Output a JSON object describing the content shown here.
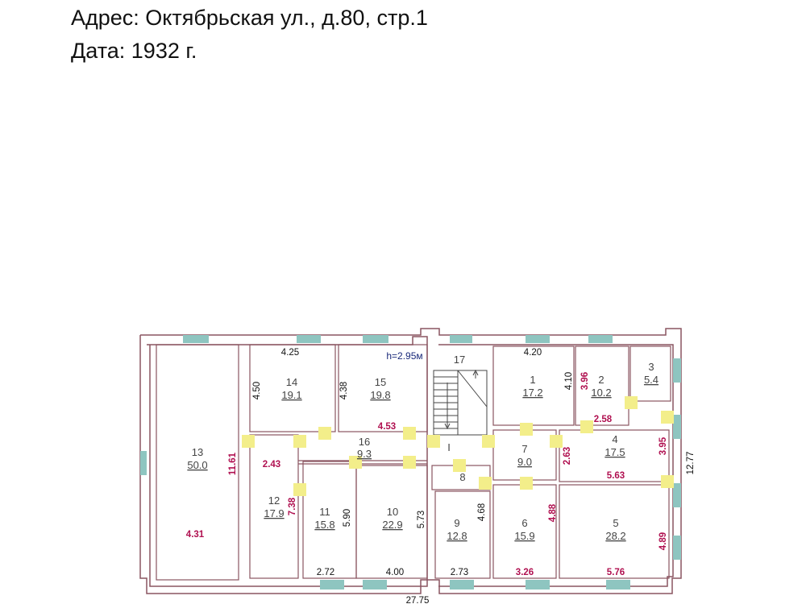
{
  "header": {
    "address": "Адрес: Октябрьская ул., д.80, стр.1",
    "date": "Дата: 1932 г."
  },
  "plan": {
    "ceiling_height": "h=2.95м",
    "overall_width": "27.75",
    "overall_height": "12.77",
    "stair_mark": "I",
    "rooms": [
      {
        "id": "13",
        "number": "13",
        "area": "50.0"
      },
      {
        "id": "14",
        "number": "14",
        "area": "19.1"
      },
      {
        "id": "15",
        "number": "15",
        "area": "19.8"
      },
      {
        "id": "16",
        "number": "16",
        "area": "9.3"
      },
      {
        "id": "12",
        "number": "12",
        "area": "17.9"
      },
      {
        "id": "11",
        "number": "11",
        "area": "15.8"
      },
      {
        "id": "10",
        "number": "10",
        "area": "22.9"
      },
      {
        "id": "17",
        "number": "17",
        "area": ""
      },
      {
        "id": "8",
        "number": "8",
        "area": ""
      },
      {
        "id": "9",
        "number": "9",
        "area": "12.8"
      },
      {
        "id": "1",
        "number": "1",
        "area": "17.2"
      },
      {
        "id": "2",
        "number": "2",
        "area": "10.2"
      },
      {
        "id": "3",
        "number": "3",
        "area": "5.4"
      },
      {
        "id": "7",
        "number": "7",
        "area": "9.0"
      },
      {
        "id": "4",
        "number": "4",
        "area": "17.5"
      },
      {
        "id": "6",
        "number": "6",
        "area": "15.9"
      },
      {
        "id": "5",
        "number": "5",
        "area": "28.2"
      }
    ],
    "dimensions": [
      {
        "id": "d1",
        "value": "4.25",
        "color": "black"
      },
      {
        "id": "d2",
        "value": "4.50",
        "color": "black"
      },
      {
        "id": "d3",
        "value": "4.38",
        "color": "black"
      },
      {
        "id": "d4",
        "value": "4.53",
        "color": "magenta"
      },
      {
        "id": "d5",
        "value": "11.61",
        "color": "magenta"
      },
      {
        "id": "d6",
        "value": "2.43",
        "color": "magenta"
      },
      {
        "id": "d7",
        "value": "4.31",
        "color": "magenta"
      },
      {
        "id": "d8",
        "value": "7.38",
        "color": "magenta"
      },
      {
        "id": "d9",
        "value": "5.90",
        "color": "black"
      },
      {
        "id": "d10",
        "value": "5.73",
        "color": "black"
      },
      {
        "id": "d11",
        "value": "2.72",
        "color": "black"
      },
      {
        "id": "d12",
        "value": "4.00",
        "color": "black"
      },
      {
        "id": "d13",
        "value": "2.73",
        "color": "black"
      },
      {
        "id": "d14",
        "value": "4.68",
        "color": "black"
      },
      {
        "id": "d15",
        "value": "4.20",
        "color": "black"
      },
      {
        "id": "d16",
        "value": "4.10",
        "color": "black"
      },
      {
        "id": "d17",
        "value": "3.96",
        "color": "magenta"
      },
      {
        "id": "d18",
        "value": "2.58",
        "color": "magenta"
      },
      {
        "id": "d19",
        "value": "2.63",
        "color": "magenta"
      },
      {
        "id": "d20",
        "value": "5.63",
        "color": "magenta"
      },
      {
        "id": "d21",
        "value": "3.95",
        "color": "magenta"
      },
      {
        "id": "d22",
        "value": "4.88",
        "color": "magenta"
      },
      {
        "id": "d23",
        "value": "4.89",
        "color": "magenta"
      },
      {
        "id": "d24",
        "value": "3.26",
        "color": "magenta"
      },
      {
        "id": "d25",
        "value": "5.76",
        "color": "magenta"
      }
    ],
    "colors": {
      "wall": "#8a5560",
      "window": "#8ec5c0",
      "door": "#f3ee8a",
      "dim_red": "#b01050",
      "dim_black": "#111111",
      "height_text": "#1a2a7a"
    }
  }
}
